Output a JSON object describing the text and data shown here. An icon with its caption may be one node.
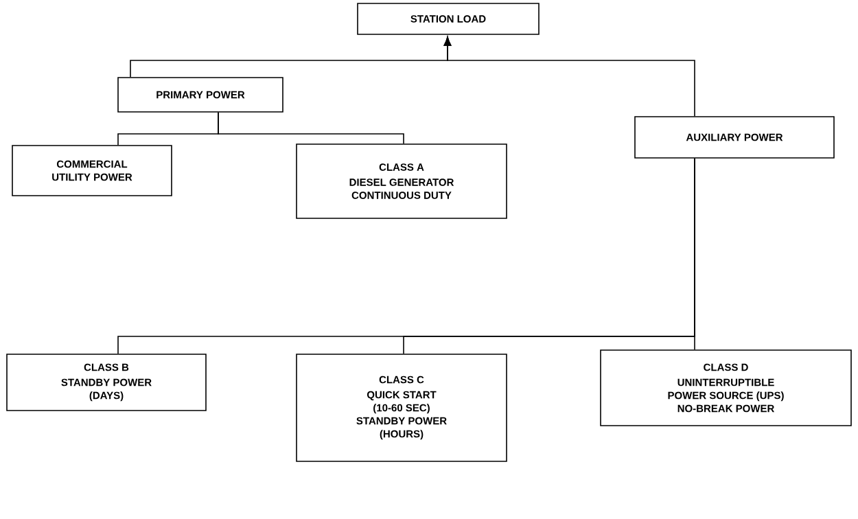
{
  "diagram": {
    "nodes": [
      {
        "text": [
          "STATION LOAD"
        ]
      },
      {
        "text": [
          "PRIMARY POWER"
        ]
      },
      {
        "text": [
          "COMMERCIAL UTILITY POWER"
        ]
      },
      {
        "text": [
          "CLASS A",
          "DIESEL GENERATOR CONTINUOUS DUTY"
        ]
      },
      {
        "text": [
          "AUXILIARY POWER"
        ]
      },
      {
        "text": [
          "CLASS B",
          "STANDBY POWER (DAYS)"
        ]
      },
      {
        "text": [
          "CLASS C",
          "QUICK START (10-60 SEC) STANDBY POWER (HOURS)"
        ]
      },
      {
        "text": [
          "CLASS D",
          "UNINTERRUPTIBLE POWER SOURCE (UPS) NO-BREAK POWER"
        ]
      }
    ],
    "edges": [
      {
        "from": 1,
        "to": 0,
        "arrow": "to"
      },
      {
        "from": 4,
        "to": 0,
        "arrow": "to"
      },
      {
        "from": 2,
        "to": 1,
        "arrow": "none"
      },
      {
        "from": 3,
        "to": 1,
        "arrow": "none"
      },
      {
        "from": 5,
        "to": 4,
        "arrow": "none"
      },
      {
        "from": 6,
        "to": 4,
        "arrow": "none"
      },
      {
        "from": 7,
        "to": 4,
        "arrow": "none"
      }
    ]
  }
}
